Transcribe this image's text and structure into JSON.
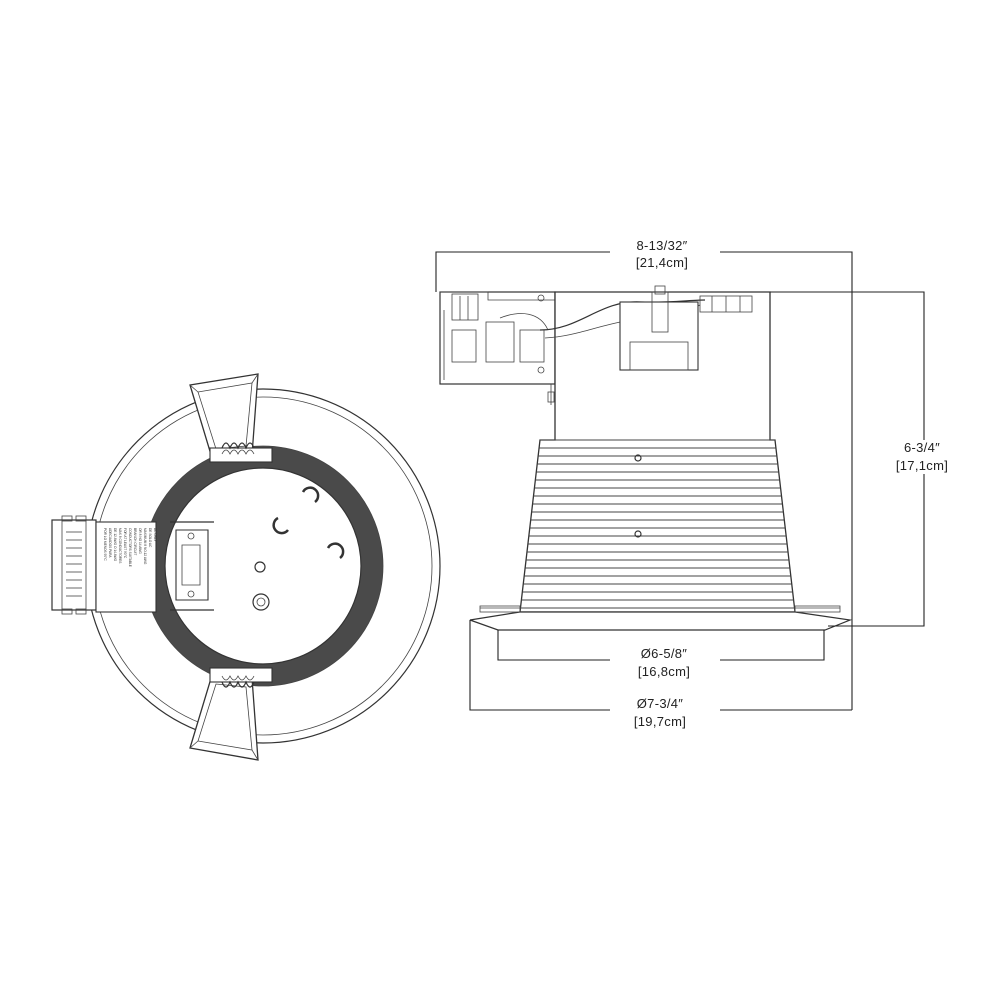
{
  "dimensions": {
    "width": {
      "imperial": "8-13/32″",
      "metric": "[21,4cm]"
    },
    "height": {
      "imperial": "6-3/4″",
      "metric": "[17,1cm]"
    },
    "inner_diameter": {
      "imperial": "Ø6-5/8″",
      "metric": "[16,8cm]"
    },
    "outer_diameter": {
      "imperial": "Ø7-3/4″",
      "metric": "[19,7cm]"
    }
  },
  "junction_box_label": [
    "AC ONLY",
    "DE SOLO AC",
    "MAXIMUM 8 NO.12 AWG",
    "OR 8 NO 14 AWG",
    "BRANCH CIRCUIT",
    "CONDUCTORS SUITABLE",
    "FOR AT LEAST 90°C",
    "MAX 8 CONDUCTORES",
    "DE 12 AWG O 14 AWG",
    "ADECUADOS PARA",
    "POR LO MENOS 90°C"
  ],
  "colors": {
    "line": "#333333",
    "ring": "#4a4a4a",
    "background": "#ffffff"
  }
}
